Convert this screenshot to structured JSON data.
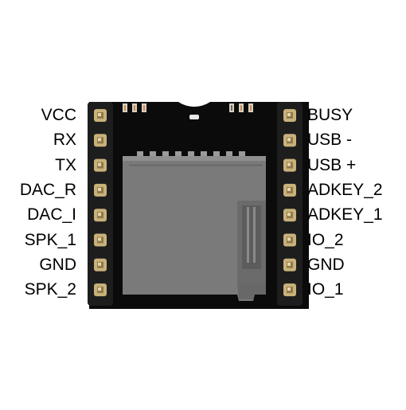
{
  "pins": {
    "left": [
      "VCC",
      "RX",
      "TX",
      "DAC_R",
      "DAC_I",
      "SPK_1",
      "GND",
      "SPK_2"
    ],
    "right": [
      "BUSY",
      "USB -",
      "USB +",
      "ADKEY_2",
      "ADKEY_1",
      "IO_2",
      "GND",
      "IO_1"
    ]
  },
  "colors": {
    "board": "#0b0b0b",
    "header": "#1d1d1d",
    "pin": "#c9b27a",
    "card_slot": "#7a7a7a",
    "card_slot_dark": "#5f5f5f",
    "smd_cap": "#c98a55"
  }
}
